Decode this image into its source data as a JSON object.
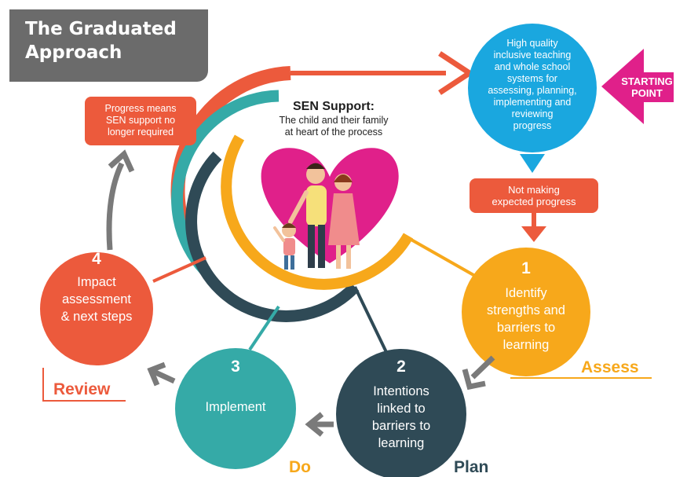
{
  "title": {
    "line1": "The Graduated",
    "line2": "Approach"
  },
  "center": {
    "heading": "SEN Support:",
    "line1": "The child and their family",
    "line2": "at heart of the process"
  },
  "start_circle": {
    "lines": [
      "High quality",
      "inclusive teaching",
      "and whole school",
      "systems for",
      "assessing, planning,",
      "implementing and",
      "reviewing",
      "progress"
    ]
  },
  "starting_point": {
    "line1": "STARTING",
    "line2": "POINT"
  },
  "not_making": {
    "line1": "Not making",
    "line2": "expected progress"
  },
  "progress_box": {
    "line1": "Progress means",
    "line2": "SEN support no",
    "line3": "longer required"
  },
  "steps": {
    "assess": {
      "number": "1",
      "lines": [
        "Identify",
        "strengths and",
        "barriers to",
        "learning"
      ],
      "stage": "Assess"
    },
    "plan": {
      "number": "2",
      "lines": [
        "Intentions",
        "linked to",
        "barriers to",
        "learning"
      ],
      "stage": "Plan"
    },
    "do": {
      "number": "3",
      "lines": [
        "Implement"
      ],
      "stage": "Do"
    },
    "review": {
      "number": "4",
      "lines": [
        "Impact",
        "assessment",
        "& next steps"
      ],
      "stage": "Review"
    }
  },
  "colors": {
    "orange_red": "#ec5a3c",
    "yellow": "#f7a81b",
    "teal": "#35aaa7",
    "dark_slate": "#2f4a56",
    "blue": "#1aa7df",
    "magenta": "#e0208a",
    "grey_arrow": "#7a7a7a",
    "title_grey": "#6b6b6b"
  }
}
